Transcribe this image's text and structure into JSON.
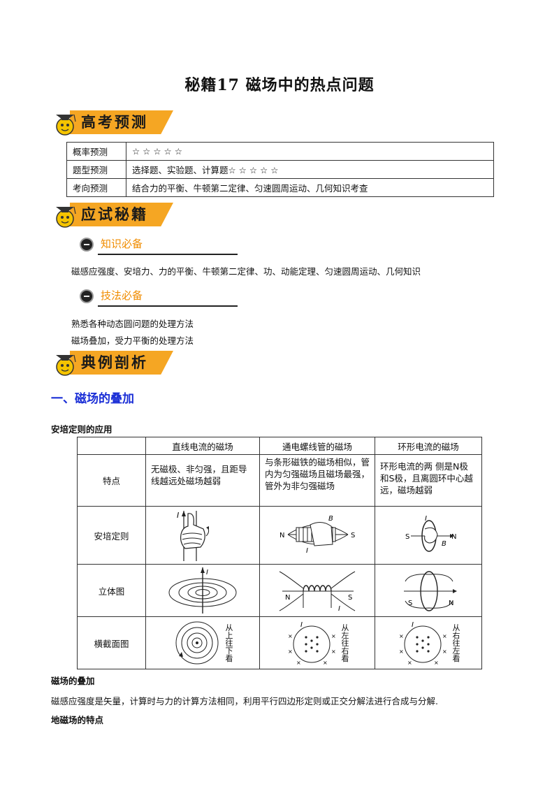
{
  "title": "秘籍17  磁场中的热点问题",
  "banners": [
    "高考预测",
    "应试秘籍",
    "典例剖析"
  ],
  "prediction_table": [
    {
      "key": "概率预测",
      "value": "☆ ☆ ☆ ☆ ☆"
    },
    {
      "key": "题型预测",
      "value": "选择题、实验题、计算题☆ ☆ ☆ ☆ ☆"
    },
    {
      "key": "考向预测",
      "value": "结合力的平衡、牛顿第二定律、匀速圆周运动、几何知识考查"
    }
  ],
  "knowledge": {
    "label": "知识必备",
    "text": "磁感应强度、安培力、力的平衡、牛顿第二定律、功、动能定理、匀速圆周运动、几何知识"
  },
  "skills": {
    "label": "技法必备",
    "lines": [
      "熟悉各种动态圆问题的处理方法",
      "磁场叠加，受力平衡的处理方法"
    ]
  },
  "section1": {
    "heading": "一、磁场的叠加",
    "sub1": "安培定则的应用",
    "table": {
      "headers": [
        "",
        "直线电流的磁场",
        "通电螺线管的磁场",
        "环形电流的磁场"
      ],
      "row_labels": [
        "特点",
        "安培定则",
        "立体图",
        "横截面图"
      ],
      "features": [
        "无磁极、非匀强，且距导线越远处磁场越弱",
        "与条形磁铁的磁场相似，管内为匀强磁场且磁场最强，管外为非匀强磁场",
        "环形电流的两 侧是N极和S极，且离圆环中心越远，磁场越弱"
      ],
      "fig_labels": {
        "I": "I",
        "B": "B",
        "N": "N",
        "S": "S"
      },
      "cross_text": [
        "从上往下看",
        "从左往右看",
        "从右往左看"
      ]
    },
    "sub2": "磁场的叠加",
    "sub2_text": "磁感应强度是矢量，计算时与力的计算方法相同，利用平行四边形定则或正交分解法进行合成与分解.",
    "sub3": "地磁场的特点"
  }
}
